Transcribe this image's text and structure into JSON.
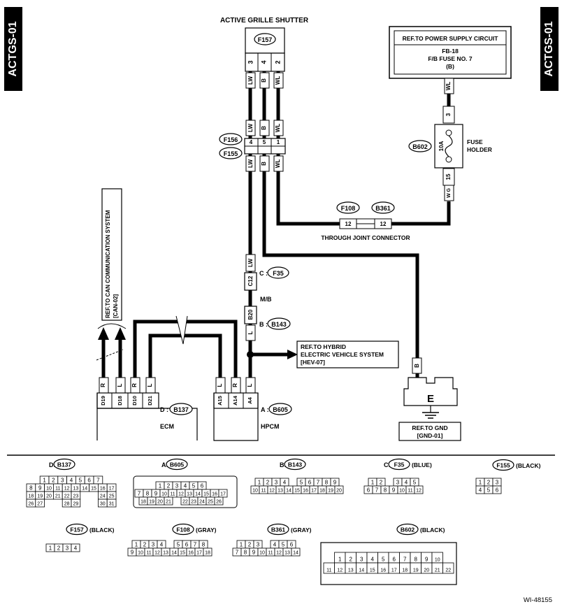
{
  "page_tag": "ACTGS-01",
  "figure_id": "WI-48155",
  "title": "ACTIVE GRILLE SHUTTER",
  "power_ref": {
    "label": "REF.TO POWER SUPPLY CIRCUIT",
    "line1": "FB-18",
    "line2": "F/B FUSE NO. 7",
    "line3": "(B)"
  },
  "fuse_holder": {
    "label1": "FUSE",
    "label2": "HOLDER",
    "rating": "10A",
    "connector": "B602",
    "pin_top": "3",
    "pin_bottom": "15",
    "wire_top": "WL",
    "wire_bottom": "W G"
  },
  "through_joint": {
    "label": "THROUGH JOINT CONNECTOR",
    "conn_a": "F108",
    "conn_b": "B361",
    "pin_a": "12",
    "pin_b": "12"
  },
  "f157": {
    "name": "F157",
    "pins": [
      "3",
      "4",
      "2"
    ],
    "wires": [
      "LW",
      "B",
      "WL"
    ]
  },
  "f156_f155": {
    "name_a": "F156",
    "name_b": "F155",
    "wires_top": [
      "LW",
      "B",
      "WL"
    ],
    "pins": [
      "4",
      "5",
      "1"
    ],
    "wires_bottom": [
      "LW",
      "B",
      "WL"
    ]
  },
  "mb": {
    "label": "M/B",
    "c_label": "C :",
    "c_conn": "F35",
    "b_label": "B :",
    "b_conn": "B143",
    "pin_c": "C12",
    "pin_b": "B20",
    "wire_top": "LW",
    "wire_bottom": "L"
  },
  "can_ref": {
    "line1": "REF.TO CAN COMMUNICATION SYSTEM",
    "line2": "[CAN-02]"
  },
  "hev_ref": {
    "line1": "REF.TO HYBRID",
    "line2": "ELECTRIC VEHICLE SYSTEM",
    "line3": "[HEV-07]"
  },
  "gnd_ref": {
    "line1": "REF.TO GND",
    "line2": "[GND-01]",
    "ground_symbol": "E",
    "wire": "B"
  },
  "ecm": {
    "label": "ECM",
    "conn_prefix": "D :",
    "conn": "B137",
    "pins": [
      "D19",
      "D18",
      "D10",
      "D21"
    ],
    "wires": [
      "R",
      "L",
      "R",
      "L"
    ]
  },
  "hpcm": {
    "label": "HPCM",
    "conn_prefix": "A :",
    "conn": "B605",
    "pins": [
      "A15",
      "A14",
      "A4"
    ],
    "wires": [
      "L",
      "R",
      "L"
    ]
  },
  "connector_views": {
    "d_b137": {
      "prefix": "D:",
      "name": "B137",
      "rows": [
        [
          "1",
          "2",
          "3",
          "4",
          "5",
          "6",
          "7"
        ],
        [
          "8",
          "9",
          "10",
          "11",
          "12",
          "13",
          "14",
          "15",
          "16",
          "17"
        ],
        [
          "18",
          "19",
          "20",
          "21",
          "22",
          "23",
          "",
          "",
          "24",
          "25"
        ],
        [
          "26",
          "27",
          "",
          "",
          "28",
          "29",
          "",
          "",
          "30",
          "31"
        ]
      ]
    },
    "a_b605": {
      "prefix": "A:",
      "name": "B605",
      "rows": [
        [
          "1",
          "2",
          "3",
          "4",
          "5",
          "6"
        ],
        [
          "7",
          "8",
          "9",
          "10",
          "11",
          "12",
          "13",
          "14",
          "15",
          "16",
          "17"
        ],
        [
          "18",
          "19",
          "20",
          "21",
          "",
          "22",
          "23",
          "24",
          "25",
          "26"
        ]
      ]
    },
    "b_b143": {
      "prefix": "B:",
      "name": "B143",
      "rows": [
        [
          "1",
          "2",
          "3",
          "4",
          "",
          "5",
          "6",
          "7",
          "8",
          "9"
        ],
        [
          "10",
          "11",
          "12",
          "13",
          "14",
          "15",
          "16",
          "17",
          "18",
          "19",
          "20"
        ]
      ]
    },
    "c_f35": {
      "prefix": "C:",
      "name": "F35",
      "suffix": "(BLUE)",
      "rows": [
        [
          "1",
          "2",
          "",
          "3",
          "4",
          "5"
        ],
        [
          "6",
          "7",
          "8",
          "9",
          "10",
          "11",
          "12"
        ]
      ]
    },
    "f155": {
      "name": "F155",
      "suffix": "(BLACK)",
      "rows": [
        [
          "1",
          "2",
          "3"
        ],
        [
          "4",
          "5",
          "6"
        ]
      ]
    },
    "f157": {
      "name": "F157",
      "suffix": "(BLACK)",
      "rows": [
        [
          "1",
          "2",
          "3",
          "4"
        ]
      ]
    },
    "f108": {
      "name": "F108",
      "suffix": "(GRAY)",
      "rows": [
        [
          "1",
          "2",
          "3",
          "4",
          "",
          "5",
          "6",
          "7",
          "8"
        ],
        [
          "9",
          "10",
          "11",
          "12",
          "13",
          "14",
          "15",
          "16",
          "17",
          "18"
        ]
      ]
    },
    "b361": {
      "name": "B361",
      "suffix": "(GRAY)",
      "rows": [
        [
          "1",
          "2",
          "3",
          "",
          "4",
          "5",
          "6"
        ],
        [
          "7",
          "8",
          "9",
          "10",
          "11",
          "12",
          "13",
          "14"
        ]
      ]
    },
    "b602": {
      "name": "B602",
      "suffix": "(BLACK)",
      "rows": [
        [
          "1",
          "2",
          "3",
          "4",
          "5",
          "6",
          "7",
          "8",
          "9",
          "10"
        ],
        [
          "11",
          "12",
          "13",
          "14",
          "15",
          "16",
          "17",
          "18",
          "19",
          "20",
          "21",
          "22"
        ]
      ]
    }
  }
}
